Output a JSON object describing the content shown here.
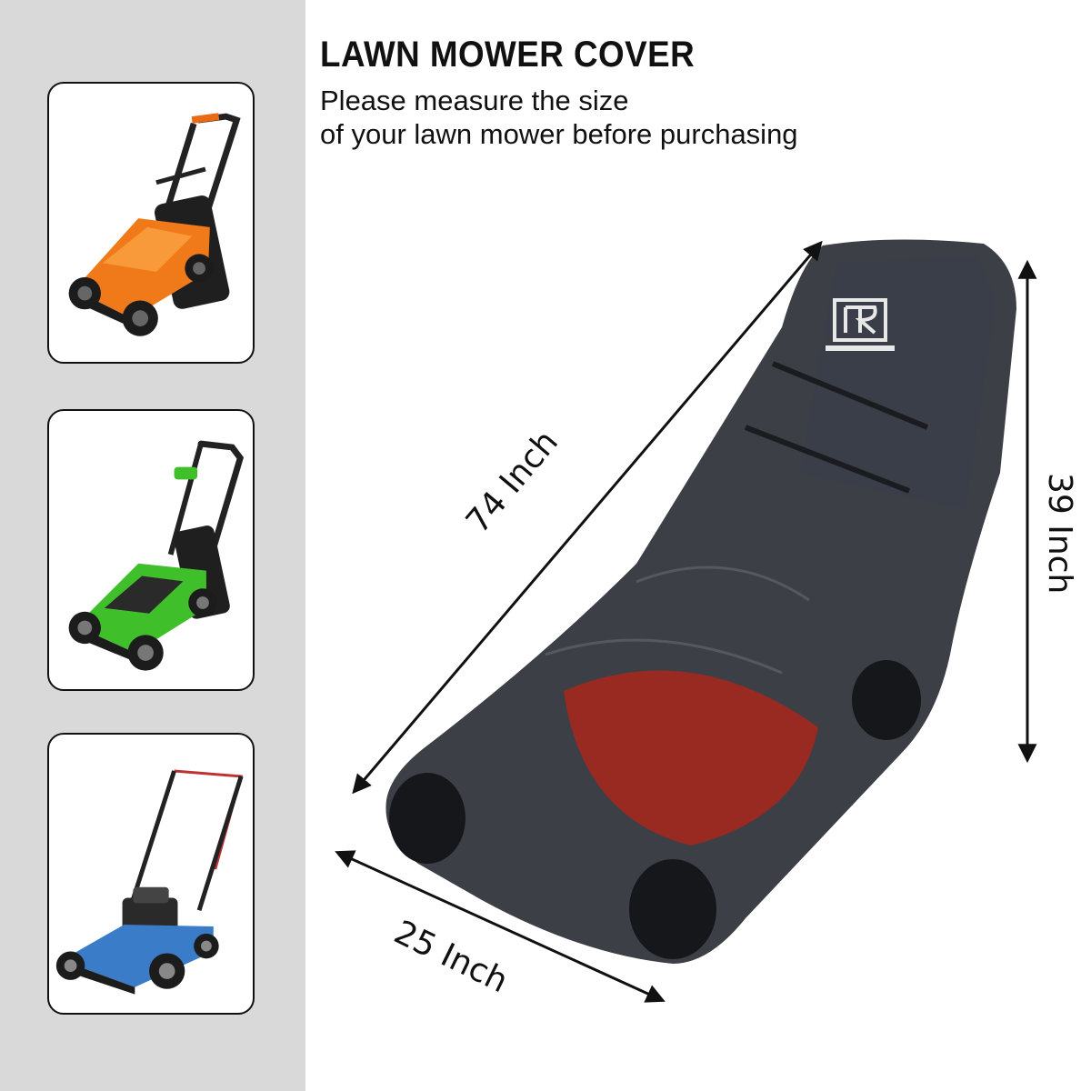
{
  "header": {
    "title": "LAWN MOWER COVER",
    "subtitle_line1": "Please measure the size",
    "subtitle_line2": "of your lawn mower before purchasing"
  },
  "dimensions": {
    "length_label": "74 Inch",
    "height_label": "39 Inch",
    "width_label": "25 Inch"
  },
  "compatible_mowers": [
    {
      "name": "orange-electric-mower",
      "color": "#f07a1a"
    },
    {
      "name": "green-battery-mower",
      "color": "#3fbf2a"
    },
    {
      "name": "blue-gas-mower",
      "color": "#3a7cc7"
    }
  ],
  "colors": {
    "panel_bg": "#d9d9d9",
    "cover": "#2b2f36",
    "mower_deck": "#a8271c"
  }
}
